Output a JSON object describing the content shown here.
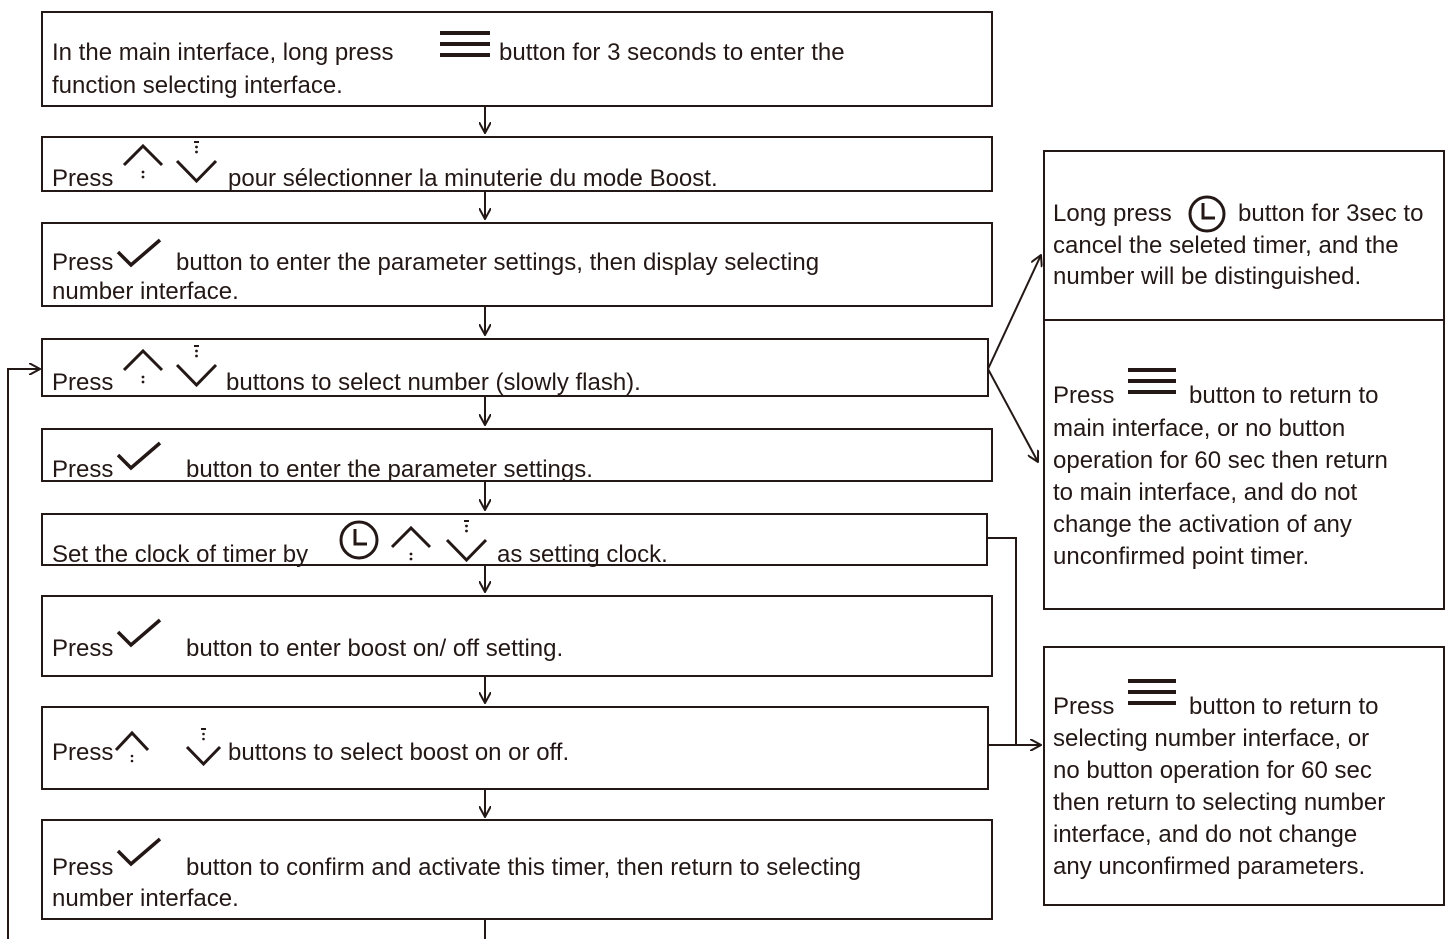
{
  "steps": [
    {
      "a": "In the main interface, long press",
      "b": "button for 3 seconds to enter the",
      "c": "function selecting interface."
    },
    {
      "a": "Press",
      "b": "pour sélectionner la minuterie du mode Boost."
    },
    {
      "a": "Press",
      "b": "button to enter the parameter settings, then display selecting",
      "c": "number interface."
    },
    {
      "a": "Press",
      "b": "buttons to select number (slowly flash)."
    },
    {
      "a": "Press",
      "b": "button to enter the parameter settings."
    },
    {
      "a": "Set the clock of timer by",
      "b": "as setting clock."
    },
    {
      "a": "Press",
      "b": "button to enter boost on/ off setting."
    },
    {
      "a": "Press",
      "b": "buttons to select boost on or off."
    },
    {
      "a": "Press",
      "b": "button to confirm and activate this timer, then return to selecting",
      "c": "number interface."
    }
  ],
  "side": {
    "cancel": {
      "l1a": "Long press",
      "l1b": "button for 3sec to",
      "l2": "cancel the seleted timer, and the",
      "l3": "number will be distinguished."
    },
    "return_main": {
      "l1a": "Press",
      "l1b": "button to return to",
      "l2": "main interface, or no button",
      "l3": "operation for 60 sec then return",
      "l4": "to main interface, and do not",
      "l5": "change the activation of any",
      "l6": "unconfirmed point timer."
    },
    "return_select": {
      "l1a": "Press",
      "l1b": "button to return to",
      "l2": "selecting number interface, or",
      "l3": "no button operation for 60 sec",
      "l4": "then return to selecting number",
      "l5": "interface, and do not change",
      "l6": "any unconfirmed parameters."
    }
  },
  "icons": [
    "menu-icon",
    "up-icon",
    "down-icon",
    "check-icon",
    "clock-icon"
  ]
}
